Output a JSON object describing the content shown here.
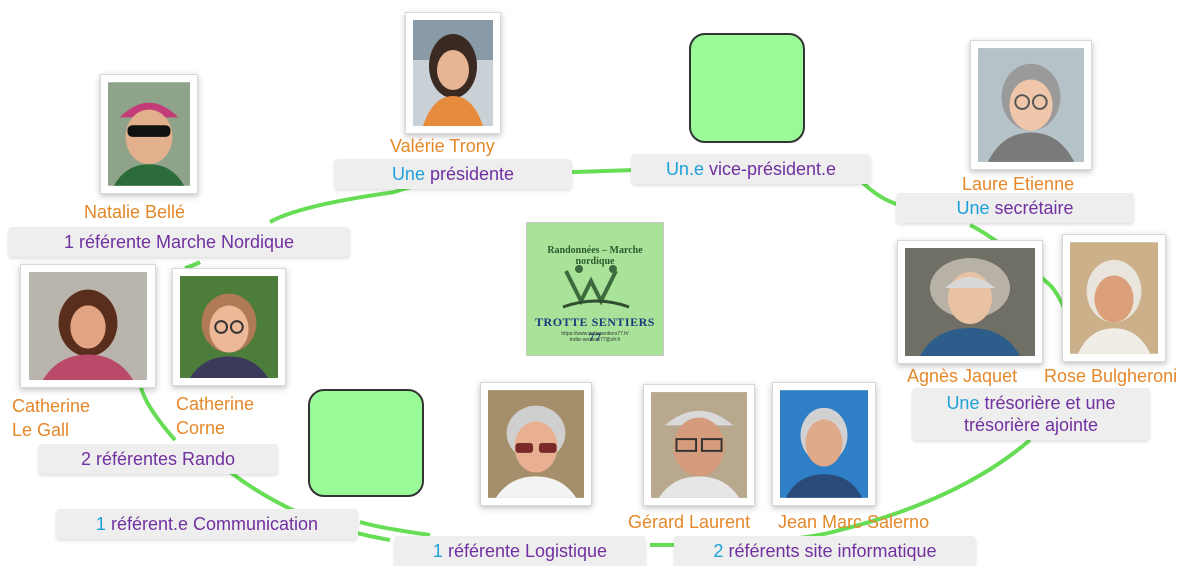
{
  "president": {
    "role_highlight": "Une",
    "role_rest": "présidente",
    "name": "Valérie Trony"
  },
  "vice_president": {
    "role_highlight": "Un.e",
    "role_rest": "vice-président.e"
  },
  "secretary": {
    "role_highlight": "Une",
    "role_rest": "secrétaire",
    "name": "Laure Etienne"
  },
  "treasurers": {
    "role_line1_highlight": "Une",
    "role_line1_rest": "trésorière et une",
    "role_line2": "trésorière ajointe",
    "name1": "Agnès Jaquet",
    "name2": "Rose Bulgheroni"
  },
  "site": {
    "role_highlight": "2",
    "role_rest": "référents site informatique",
    "name1": "Gérard Laurent",
    "name2": "Jean Marc Salerno"
  },
  "logistics": {
    "role_highlight": "1",
    "role_rest": "référente Logistique"
  },
  "communication": {
    "role_highlight": "1",
    "role_rest": "référent.e Communication"
  },
  "rando": {
    "role": "2 référentes Rando",
    "name1_line1": "Catherine",
    "name1_line2": "Le Gall",
    "name2_line1": "Catherine",
    "name2_line2": "Corne"
  },
  "nordic": {
    "role": "1 référente Marche Nordique",
    "name": "Natalie Bellé"
  },
  "logo": {
    "arc_text": "Randonnées – Marche nordique",
    "name": "TROTTE SENTIERS 77",
    "line1": "https://www.trottesentiers77.fr/",
    "line2": "trotte-sentiers77@sfr.fr"
  },
  "colors": {
    "role_text": "#7030a0",
    "highlight": "#1da1d8",
    "name_text": "#e4882a",
    "ring": "#66dd55",
    "placeholder": "#98fb98"
  }
}
